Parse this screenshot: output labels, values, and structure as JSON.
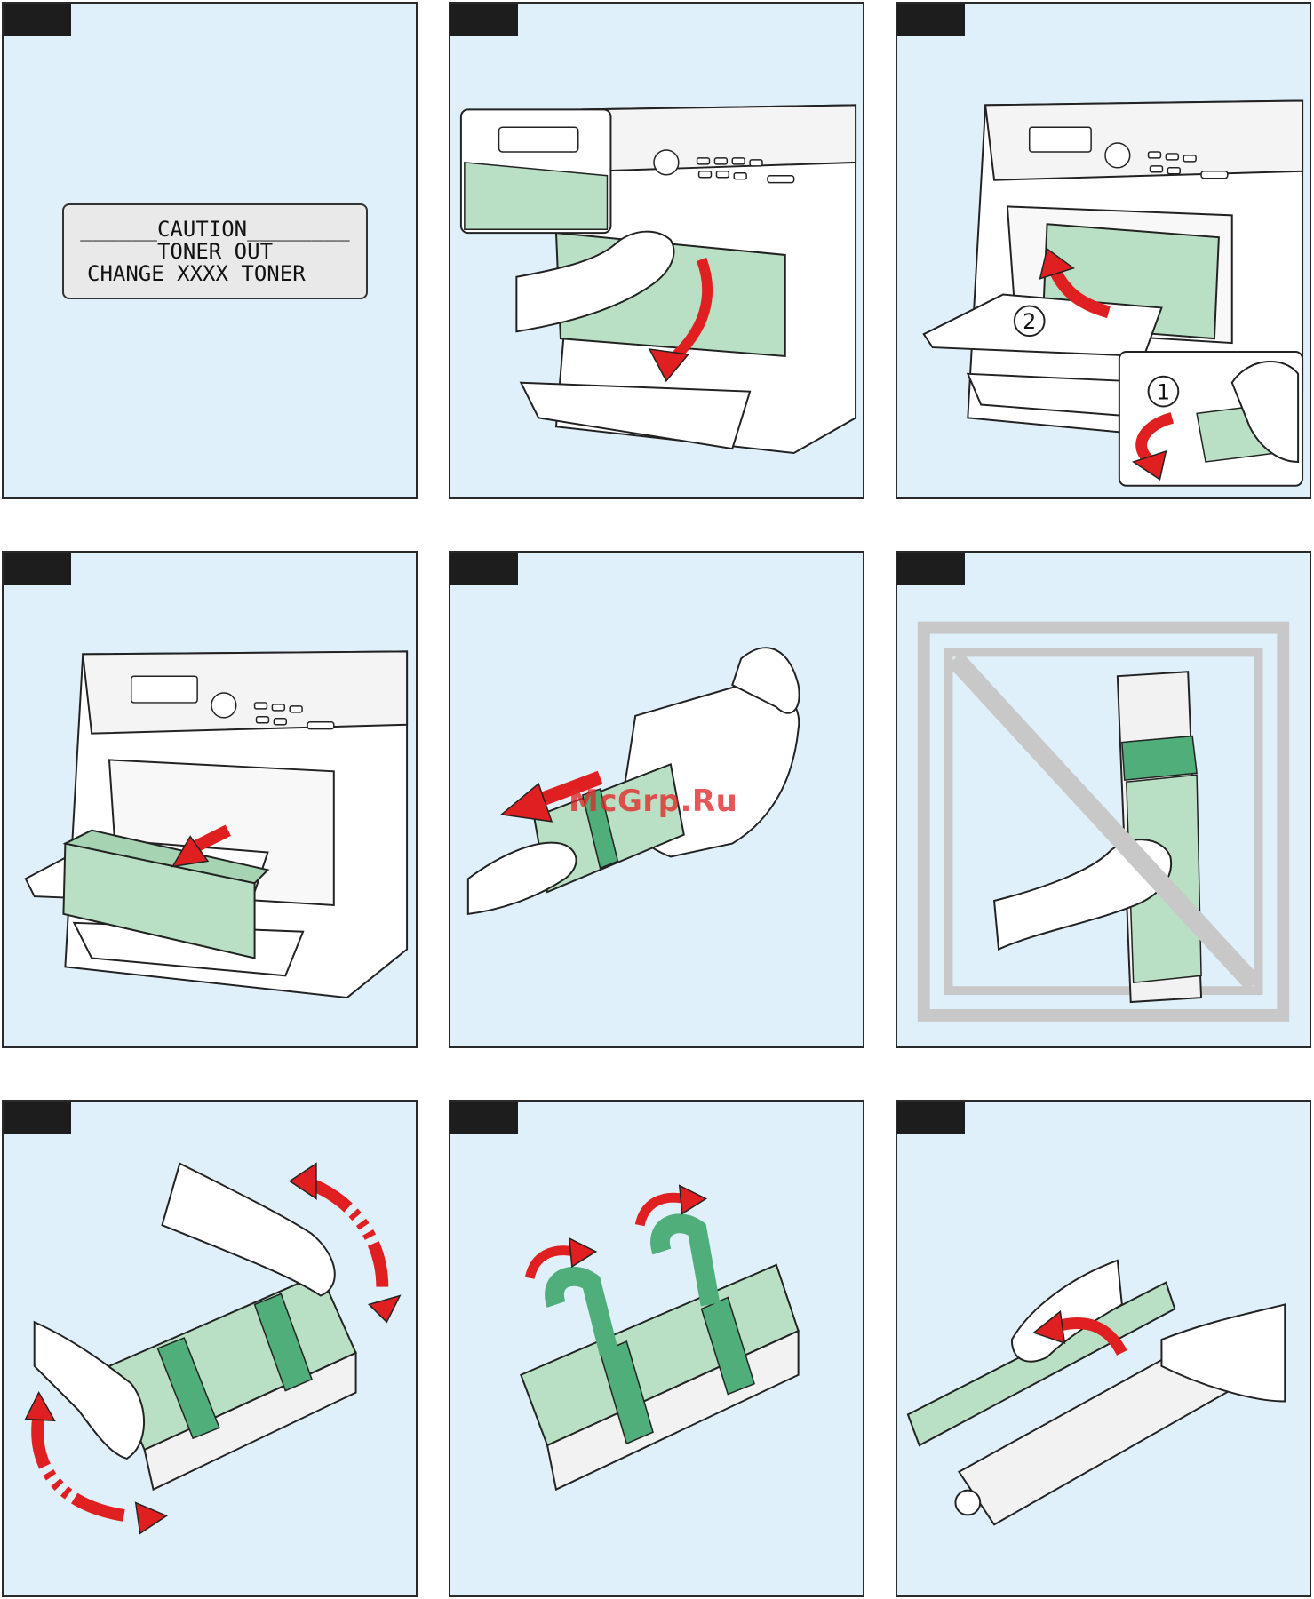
{
  "page": {
    "watermark": "McGrp.Ru"
  },
  "display": {
    "line1": "______CAUTION________",
    "line2": "TONER OUT",
    "line3": "CHANGE XXXX TONER"
  },
  "steps": [
    {
      "number": "",
      "description": ""
    },
    {
      "number": "",
      "description": ""
    },
    {
      "number": "",
      "description": "",
      "callouts": [
        "1",
        "2"
      ]
    },
    {
      "number": "",
      "description": ""
    },
    {
      "number": "",
      "description": ""
    },
    {
      "number": "",
      "description": ""
    },
    {
      "number": "",
      "description": ""
    },
    {
      "number": "",
      "description": ""
    },
    {
      "number": "",
      "description": ""
    }
  ],
  "colors": {
    "panel_bg": "#dff0fb",
    "component_green": "#b9e0c4",
    "tape_green": "#4fae7a",
    "arrow_red": "#e02020",
    "tab_black": "#1d1d1d"
  }
}
